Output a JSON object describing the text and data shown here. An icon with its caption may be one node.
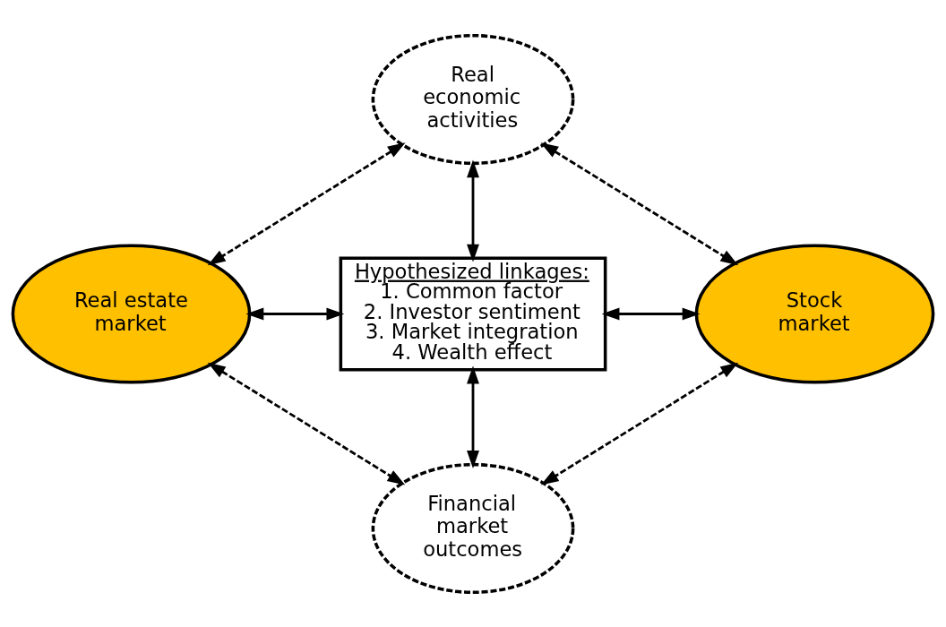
{
  "diagram": {
    "nodes": [
      {
        "text": [
          "Real economic activities"
        ]
      },
      {
        "text": [
          "Real estate market"
        ]
      },
      {
        "text": [
          "Hypothesized linkages:",
          "1. Common factor",
          "2. Investor sentiment",
          "3. Market integration",
          "4. Wealth effect"
        ]
      },
      {
        "text": [
          "Stock market"
        ]
      },
      {
        "text": [
          "Financial market outcomes"
        ]
      }
    ],
    "edges": [
      {
        "from": 0,
        "to": 1,
        "arrow": "both",
        "style": "dashed"
      },
      {
        "from": 0,
        "to": 3,
        "arrow": "both",
        "style": "dashed"
      },
      {
        "from": 0,
        "to": 2,
        "arrow": "both"
      },
      {
        "from": 1,
        "to": 2,
        "arrow": "both"
      },
      {
        "from": 2,
        "to": 3,
        "arrow": "both"
      },
      {
        "from": 2,
        "to": 4,
        "arrow": "both"
      },
      {
        "from": 1,
        "to": 4,
        "arrow": "both",
        "style": "dashed"
      },
      {
        "from": 3,
        "to": 4,
        "arrow": "both",
        "style": "dashed"
      }
    ]
  }
}
